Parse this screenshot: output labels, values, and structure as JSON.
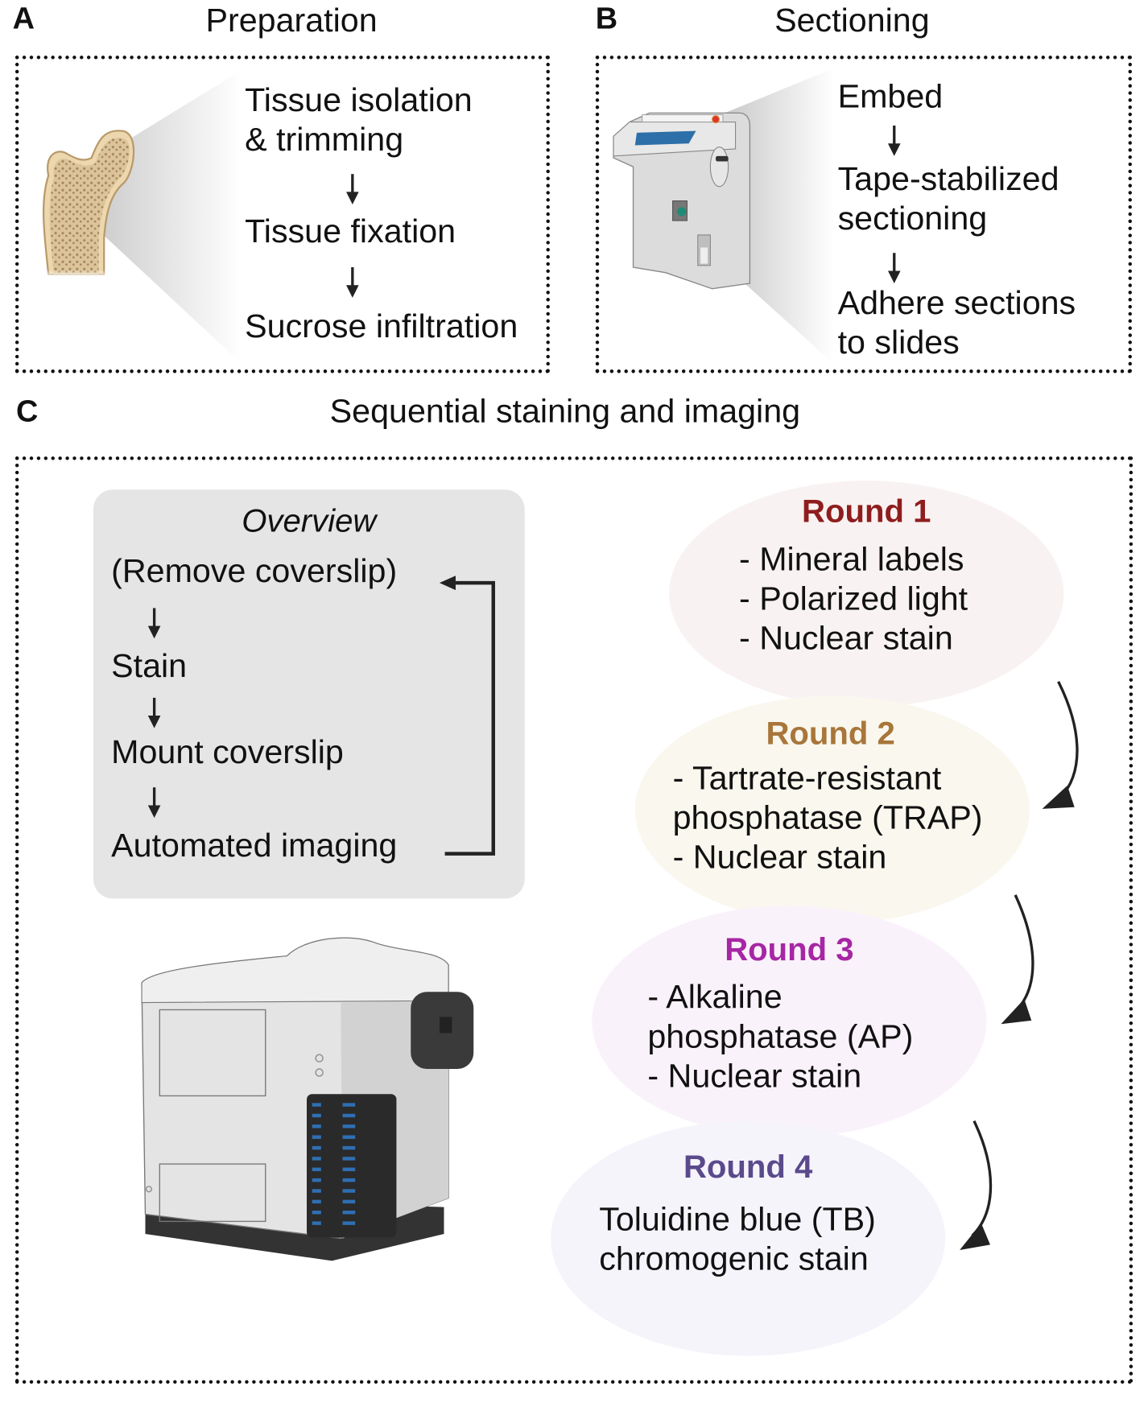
{
  "panels": {
    "a": {
      "letter": "A",
      "title": "Preparation",
      "illustration": "femur-bone-icon",
      "steps": [
        "Tissue isolation",
        "& trimming",
        "Tissue fixation",
        "Sucrose infiltration"
      ]
    },
    "b": {
      "letter": "B",
      "title": "Sectioning",
      "illustration": "cryostat-icon",
      "steps": [
        "Embed",
        "Tape-stabilized",
        "sectioning",
        "Adhere sections",
        "to slides"
      ]
    },
    "c": {
      "letter": "C",
      "title": "Sequential staining and imaging",
      "overview": {
        "title": "Overview",
        "steps": [
          "(Remove coverslip)",
          "Stain",
          "Mount coverslip",
          "Automated imaging"
        ]
      },
      "illustration": "slide-scanner-icon",
      "rounds": [
        {
          "title": "Round 1",
          "color": "#8f1d1d",
          "fill": "#f9f2f2",
          "lines": [
            "- Mineral labels",
            "- Polarized light",
            "- Nuclear stain"
          ]
        },
        {
          "title": "Round 2",
          "color": "#a8763a",
          "fill": "#f9f7ee",
          "lines": [
            "- Tartrate-resistant",
            "phosphatase (TRAP)",
            "- Nuclear stain"
          ]
        },
        {
          "title": "Round 3",
          "color": "#a626a4",
          "fill": "#faf2fa",
          "lines": [
            "- Alkaline",
            "phosphatase (AP)",
            "- Nuclear stain"
          ]
        },
        {
          "title": "Round 4",
          "color": "#5a4a8c",
          "fill": "#f6f4fb",
          "lines": [
            "Toluidine blue (TB)",
            "chromogenic stain"
          ]
        }
      ]
    }
  }
}
